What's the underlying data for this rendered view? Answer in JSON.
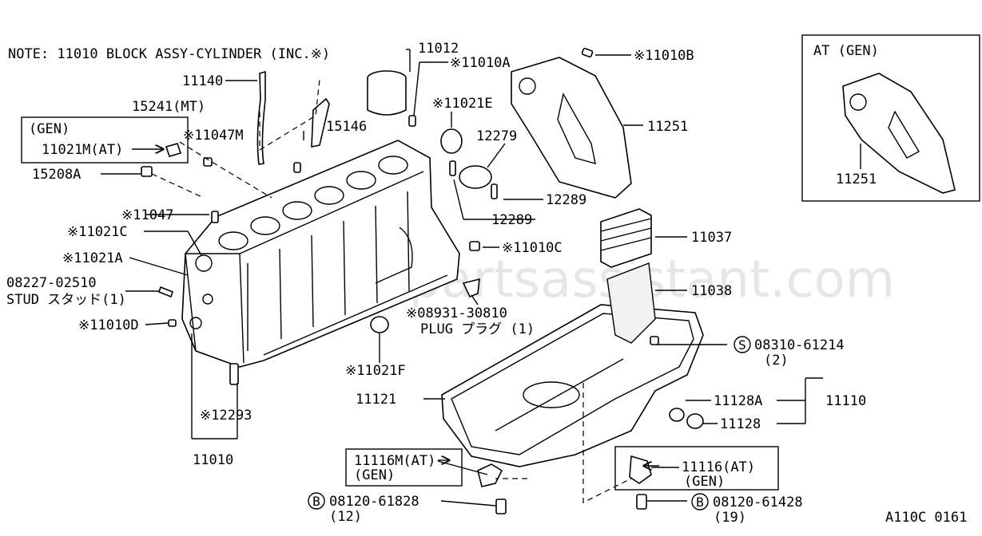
{
  "watermark": "www.partsassistant.com",
  "symbols": {
    "s": "S",
    "b": "B"
  },
  "labels": {
    "note": "NOTE: 11010 BLOCK ASSY-CYLINDER (INC.※)",
    "l11140": "11140",
    "l11012": "11012",
    "l11010a": "※11010A",
    "l11010b": "※11010B",
    "inset_title": "AT (GEN)",
    "l15241": "15241(MT)",
    "l11021e": "※11021E",
    "l15146": "15146",
    "gen": "(GEN)",
    "l11047m": "※11047M",
    "l12279": "12279",
    "l11251": "11251",
    "l11021m_at": "11021M(AT)",
    "l15208a": "15208A",
    "l11251_inset": "11251",
    "l12289": "12289",
    "l11047": "※11047",
    "l11021c": "※11021C",
    "l11037": "11037",
    "l11010c": "※11010C",
    "l11021a": "※11021A",
    "l08227": "08227-02510",
    "stud": "STUD スタッド(1)",
    "l11038": "11038",
    "l08931": "※08931-30810",
    "plug": "PLUG プラグ (1)",
    "l11010d": "※11010D",
    "l08310": "08310-61214",
    "qty2": "(2)",
    "l11021f": "※11021F",
    "l11121": "11121",
    "l11128a": "11128A",
    "l11110": "11110",
    "l12293": "※12293",
    "l11128": "11128",
    "l11010": "11010",
    "l11116m_at": "11116M(AT)",
    "l11116_at": "11116(AT)",
    "l08120_61828": "08120-61828",
    "l08120_61428": "08120-61428",
    "qty12": "(12)",
    "qty19": "(19)",
    "figure_code": "A110C 0161"
  }
}
